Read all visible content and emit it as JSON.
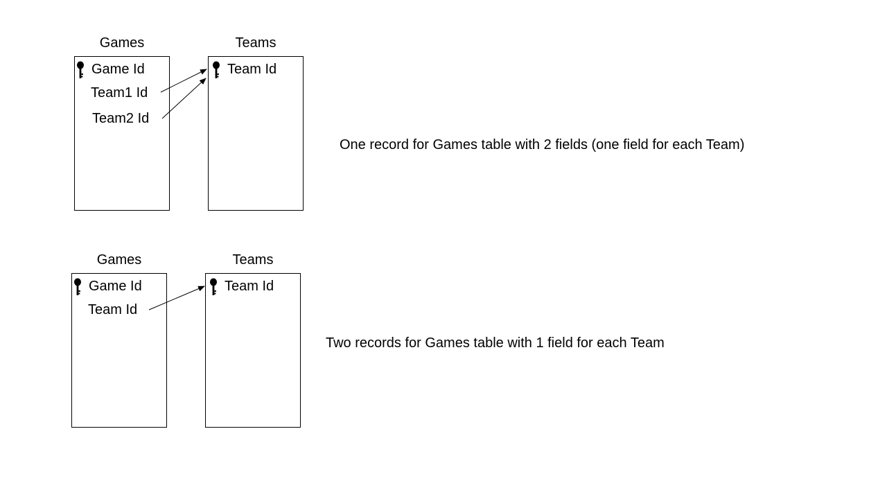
{
  "diagram1": {
    "games": {
      "title": "Games",
      "fields": [
        "Game Id",
        "Team1 Id",
        "Team2 Id"
      ]
    },
    "teams": {
      "title": "Teams",
      "fields": [
        "Team Id"
      ]
    },
    "caption": "One record for Games table with 2 fields (one field for each Team)"
  },
  "diagram2": {
    "games": {
      "title": "Games",
      "fields": [
        "Game Id",
        "Team Id"
      ]
    },
    "teams": {
      "title": "Teams",
      "fields": [
        "Team Id"
      ]
    },
    "caption": "Two records for Games table with 1 field for each Team"
  },
  "icons": {
    "key": "key-icon"
  }
}
